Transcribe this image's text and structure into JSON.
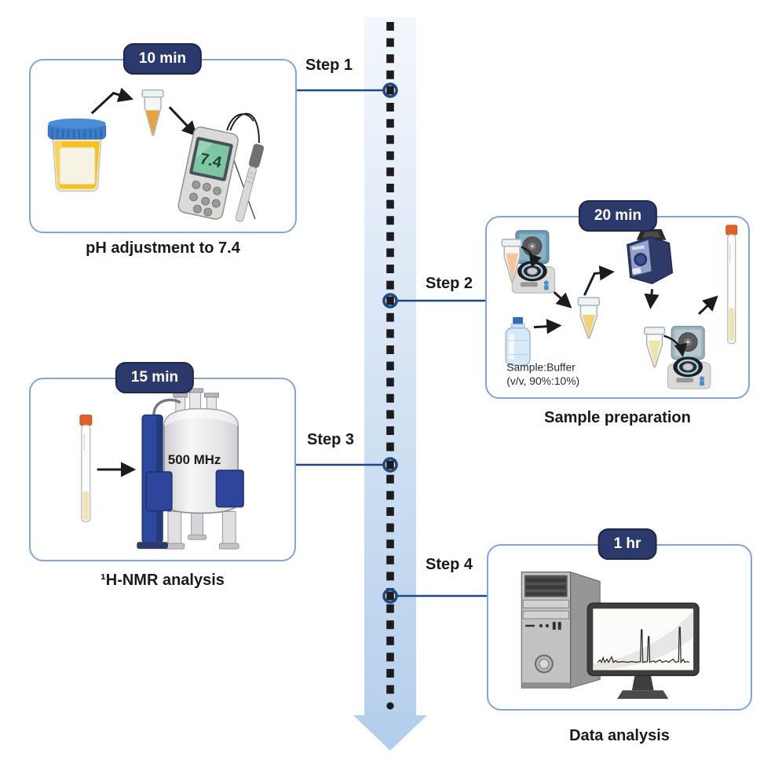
{
  "figure": {
    "type": "workflow-timeline",
    "background": "#ffffff",
    "orientation": "vertical",
    "arrow_direction": "down",
    "steps_count": 4
  },
  "colors": {
    "badge_bg": "#2c3a6b",
    "badge_border": "#1d2750",
    "badge_text": "#ffffff",
    "panel_border": "#84a3d6",
    "connector_blue": "#1d4a85",
    "timeline_band_top": "#f3f7fc",
    "timeline_band_bottom": "#b7d0ec",
    "dash_black": "#1c1c1c",
    "label_text": "#1a1a1a"
  },
  "steps": [
    {
      "label": "Step 1",
      "badge": "10 min",
      "caption": "pH adjustment to 7.4",
      "side": "left",
      "ph_reading": "7.4",
      "icons": [
        "urine-sample-cup-icon",
        "microcentrifuge-tube-icon",
        "ph-meter-icon",
        "arrow-icon"
      ]
    },
    {
      "label": "Step 2",
      "badge": "20 min",
      "caption": "Sample preparation",
      "side": "right",
      "annotation": {
        "line1": "Sample:Buffer",
        "line2": "(v/v, 90%:10%)"
      },
      "icons": [
        "microcentrifuge-tube-icon",
        "centrifuge-icon",
        "buffer-bottle-icon",
        "vortex-mixer-icon",
        "nmr-tube-icon",
        "arrow-icon"
      ]
    },
    {
      "label": "Step 3",
      "badge": "15 min",
      "caption": "¹H-NMR analysis",
      "side": "left",
      "spectrometer_label": "500 MHz",
      "icons": [
        "nmr-tube-icon",
        "nmr-spectrometer-icon",
        "arrow-icon"
      ]
    },
    {
      "label": "Step 4",
      "badge": "1 hr",
      "caption": "Data analysis",
      "side": "right",
      "icons": [
        "computer-tower-icon",
        "monitor-icon",
        "nmr-spectrum-plot"
      ]
    }
  ]
}
